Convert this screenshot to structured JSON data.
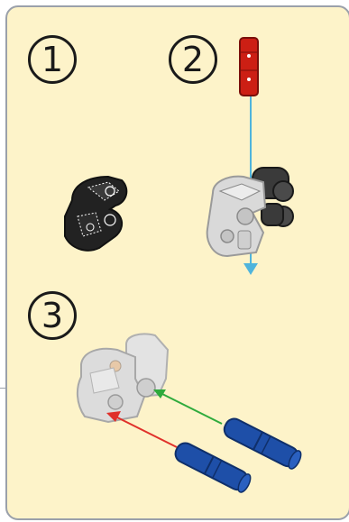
{
  "steps": [
    {
      "number": "1"
    },
    {
      "number": "2"
    },
    {
      "number": "3"
    }
  ],
  "colors": {
    "background": "#fdf3c9",
    "border": "#9aa0aa",
    "black_part": "#222222",
    "gray_part": "#d9d9d9",
    "dark_gray_part": "#3a3a3a",
    "red_axle": "#cc1f14",
    "blue_pin": "#1e4fa8",
    "guide_cyan": "#4fb4dc",
    "guide_green": "#2eaa3c",
    "guide_red": "#e0302a"
  },
  "icons": [
    "black-connector-icon",
    "gray-connector-icon",
    "red-axle-icon",
    "blue-pin-icon"
  ]
}
